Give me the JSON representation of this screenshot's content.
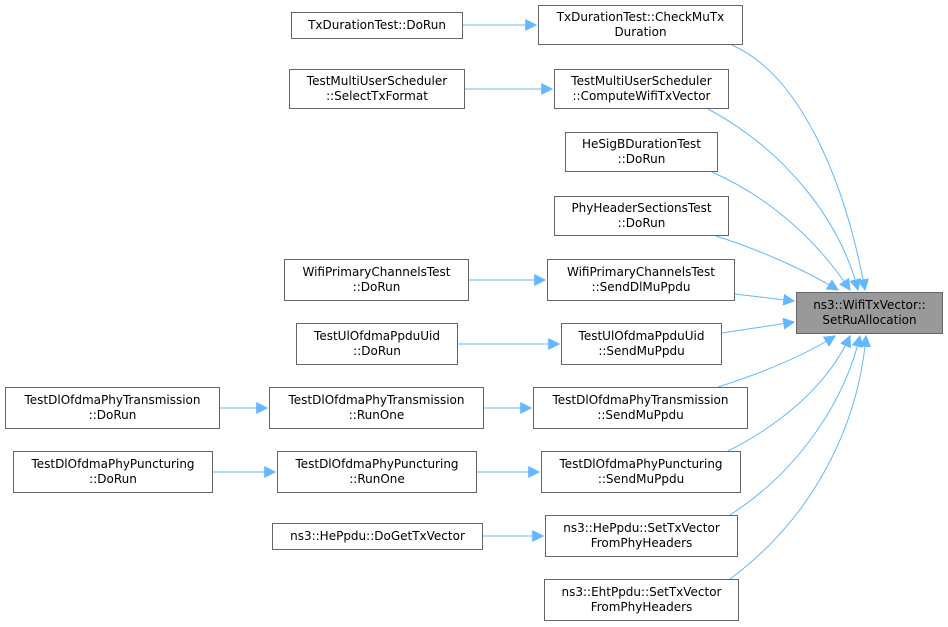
{
  "graph": {
    "target": {
      "line1": "ns3::WifiTxVector::",
      "line2": "SetRuAllocation"
    },
    "nodes": {
      "txdur_dorun": {
        "line1": "TxDurationTest::DoRun"
      },
      "txdur_check": {
        "line1": "TxDurationTest::CheckMuTx",
        "line2": "Duration"
      },
      "tmus_select": {
        "line1": "TestMultiUserScheduler",
        "line2": "::SelectTxFormat"
      },
      "tmus_compute": {
        "line1": "TestMultiUserScheduler",
        "line2": "::ComputeWifiTxVector"
      },
      "hesigb": {
        "line1": "HeSigBDurationTest",
        "line2": "::DoRun"
      },
      "phyhdr": {
        "line1": "PhyHeaderSectionsTest",
        "line2": "::DoRun"
      },
      "wpc_dorun": {
        "line1": "WifiPrimaryChannelsTest",
        "line2": "::DoRun"
      },
      "wpc_send": {
        "line1": "WifiPrimaryChannelsTest",
        "line2": "::SendDlMuPpdu"
      },
      "tul_dorun": {
        "line1": "TestUlOfdmaPpduUid",
        "line2": "::DoRun"
      },
      "tul_send": {
        "line1": "TestUlOfdmaPpduUid",
        "line2": "::SendMuPpdu"
      },
      "tdlt_dorun": {
        "line1": "TestDlOfdmaPhyTransmission",
        "line2": "::DoRun"
      },
      "tdlt_runone": {
        "line1": "TestDlOfdmaPhyTransmission",
        "line2": "::RunOne"
      },
      "tdlt_send": {
        "line1": "TestDlOfdmaPhyTransmission",
        "line2": "::SendMuPpdu"
      },
      "tdlp_dorun": {
        "line1": "TestDlOfdmaPhyPuncturing",
        "line2": "::DoRun"
      },
      "tdlp_runone": {
        "line1": "TestDlOfdmaPhyPuncturing",
        "line2": "::RunOne"
      },
      "tdlp_send": {
        "line1": "TestDlOfdmaPhyPuncturing",
        "line2": "::SendMuPpdu"
      },
      "heppdu_doget": {
        "line1": "ns3::HePpdu::DoGetTxVector"
      },
      "heppdu_set": {
        "line1": "ns3::HePpdu::SetTxVector",
        "line2": "FromPhyHeaders"
      },
      "ehtppdu_set": {
        "line1": "ns3::EhtPpdu::SetTxVector",
        "line2": "FromPhyHeaders"
      }
    }
  },
  "colors": {
    "edge": "#63b8ff",
    "node_border": "#666666",
    "focus_fill": "#999999"
  }
}
